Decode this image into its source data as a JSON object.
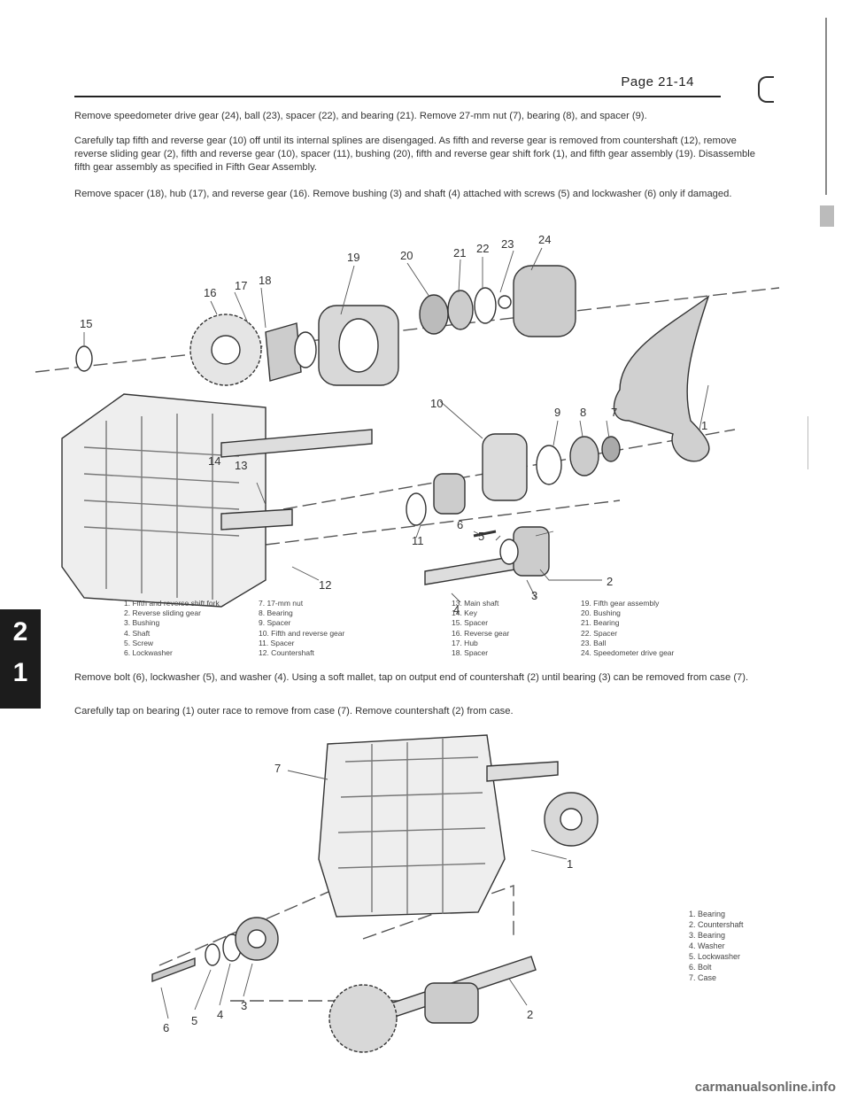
{
  "header": {
    "page_number": "Page 21-14"
  },
  "side_tab": {
    "top": "2",
    "bottom": "1"
  },
  "paragraphs": {
    "p1": "Remove speedometer drive gear (24), ball (23), spacer (22), and bearing (21). Remove 27-mm nut (7), bearing (8), and spacer (9).",
    "p2": "Carefully tap fifth and reverse gear (10) off until its internal splines are disengaged. As fifth and reverse gear is removed from countershaft (12), remove reverse sliding gear (2), fifth and reverse gear (10), spacer (11), bushing (20), fifth and reverse gear shift fork (1), and fifth gear assembly (19). Disassemble fifth gear assembly as specified in Fifth Gear Assembly.",
    "p3": "Remove spacer (18), hub (17), and reverse gear (16). Remove bushing (3) and shaft (4) attached with screws (5) and lockwasher (6) only if damaged.",
    "p4": "Remove bolt (6), lockwasher (5), and washer (4). Using a soft mallet, tap on output end of countershaft (2) until bearing (3) can be removed from case (7).",
    "p5": "Carefully tap on bearing (1) outer race to remove from case (7). Remove countershaft (2) from case."
  },
  "figure1": {
    "callouts": [
      "1",
      "2",
      "3",
      "4",
      "5",
      "6",
      "7",
      "8",
      "9",
      "10",
      "11",
      "12",
      "13",
      "14",
      "15",
      "16",
      "17",
      "18",
      "19",
      "20",
      "21",
      "22",
      "23",
      "24"
    ],
    "legend_col1": [
      "1. Fifth and reverse shift fork",
      "2. Reverse sliding gear",
      "3. Bushing",
      "4. Shaft",
      "5. Screw",
      "6. Lockwasher"
    ],
    "legend_col2": [
      "7. 17-mm nut",
      "8. Bearing",
      "9. Spacer",
      "10. Fifth and reverse gear",
      "11. Spacer",
      "12. Countershaft"
    ],
    "legend_col3": [
      "13. Main shaft",
      "14. Key",
      "15. Spacer",
      "16. Reverse gear",
      "17. Hub",
      "18. Spacer"
    ],
    "legend_col4": [
      "19. Fifth gear assembly",
      "20. Bushing",
      "21. Bearing",
      "22. Spacer",
      "23. Ball",
      "24. Speedometer drive gear"
    ]
  },
  "figure2": {
    "callouts": [
      "1",
      "2",
      "3",
      "4",
      "5",
      "6",
      "7"
    ],
    "legend": [
      "1. Bearing",
      "2. Countershaft",
      "3. Bearing",
      "4. Washer",
      "5. Lockwasher",
      "6. Bolt",
      "7. Case"
    ]
  },
  "watermark": "carmanualsonline.info"
}
